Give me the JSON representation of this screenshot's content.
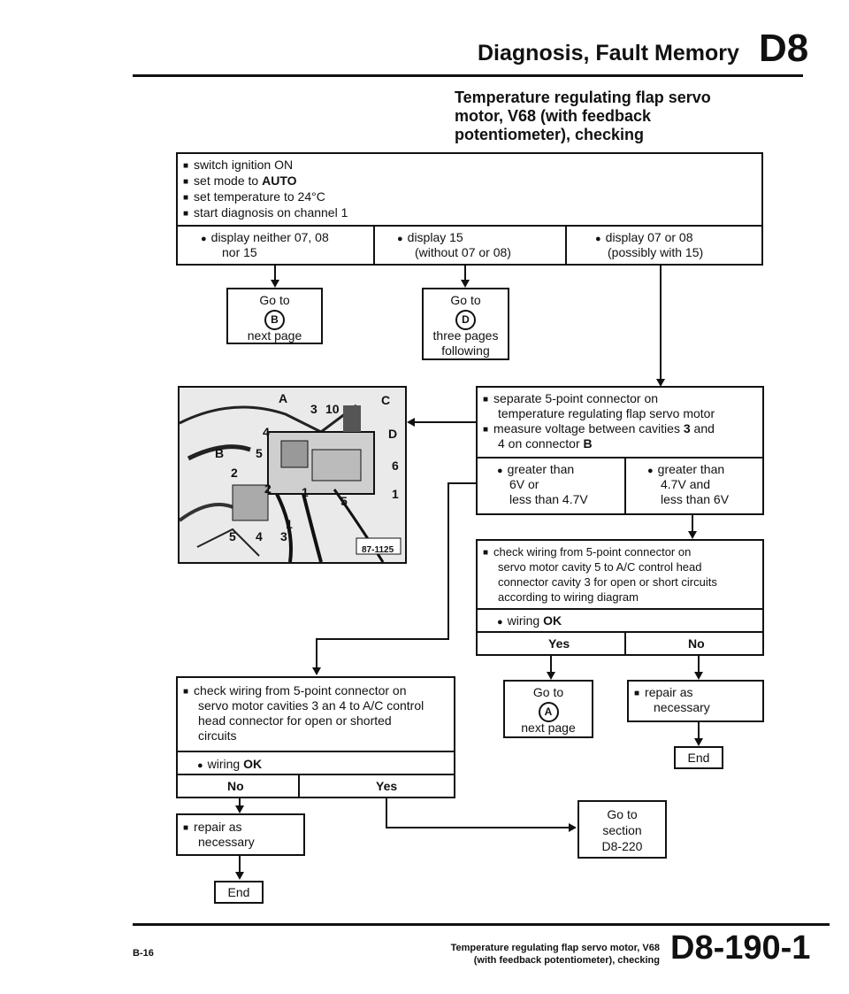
{
  "header": {
    "title": "Diagnosis, Fault Memory",
    "code": "D8"
  },
  "section": {
    "title_line1": "Temperature regulating flap servo",
    "title_line2": "motor, V68 (with feedback",
    "title_line3": "potentiometer), checking"
  },
  "steps": {
    "s1": "switch ignition ON",
    "s2_pre": "set mode to ",
    "s2_b": "AUTO",
    "s3": "set temperature to 24°C",
    "s4": "start diagnosis on channel 1"
  },
  "display": {
    "c1_l1": "display neither 07, 08",
    "c1_l2": "nor 15",
    "c2_l1": "display 15",
    "c2_l2": "(without 07 or 08)",
    "c3_l1": "display 07 or 08",
    "c3_l2": "(possibly with 15)"
  },
  "goto_b": {
    "l1": "Go to",
    "letter": "B",
    "l2": "next page"
  },
  "goto_d": {
    "l1": "Go to",
    "letter": "D",
    "l2": "three pages",
    "l3": "following"
  },
  "photo": {
    "ref": "87-1125",
    "labels": [
      "A",
      "3",
      "10",
      "C",
      "4",
      "D",
      "B",
      "5",
      "6",
      "2",
      "2",
      "1",
      "1",
      "5",
      "1",
      "5",
      "4",
      "3"
    ]
  },
  "separate": {
    "l1": "separate 5-point connector on",
    "l2": "temperature regulating flap servo motor",
    "l3_pre": "measure voltage between cavities ",
    "l3_b1": "3",
    "l3_mid": " and",
    "l4_pre": "4 on connector ",
    "l4_b": "B"
  },
  "volt": {
    "left_l1": "greater than",
    "left_l2": "6V or",
    "left_l3": "less than 4.7V",
    "right_l1": "greater than",
    "right_l2": "4.7V and",
    "right_l3": "less than 6V"
  },
  "check1": {
    "l1": "check wiring from 5-point connector on",
    "l2": "servo motor cavity 5 to A/C control head",
    "l3": "connector cavity 3 for open or short circuits",
    "l4": "according to wiring diagram",
    "ok_pre": "wiring ",
    "ok_b": "OK",
    "yes": "Yes",
    "no": "No"
  },
  "goto_a": {
    "l1": "Go to",
    "letter": "A",
    "l2": "next page"
  },
  "repair1": {
    "l1": "repair as",
    "l2": "necessary"
  },
  "end1": "End",
  "check2": {
    "l1": "check wiring from 5-point connector on",
    "l2": "servo motor cavities 3 an 4 to A/C control",
    "l3": "head connector for open or shorted",
    "l4": "circuits",
    "ok_pre": "wiring ",
    "ok_b": "OK",
    "no": "No",
    "yes": "Yes"
  },
  "repair2": {
    "l1": "repair as",
    "l2": "necessary"
  },
  "end2": "End",
  "goto_section": {
    "l1": "Go to",
    "l2": "section",
    "l3": "D8-220"
  },
  "footer": {
    "left": "B-16",
    "title_l1": "Temperature regulating flap servo motor, V68",
    "title_l2": "(with feedback potentiometer), checking",
    "page": "D8-190-1"
  }
}
